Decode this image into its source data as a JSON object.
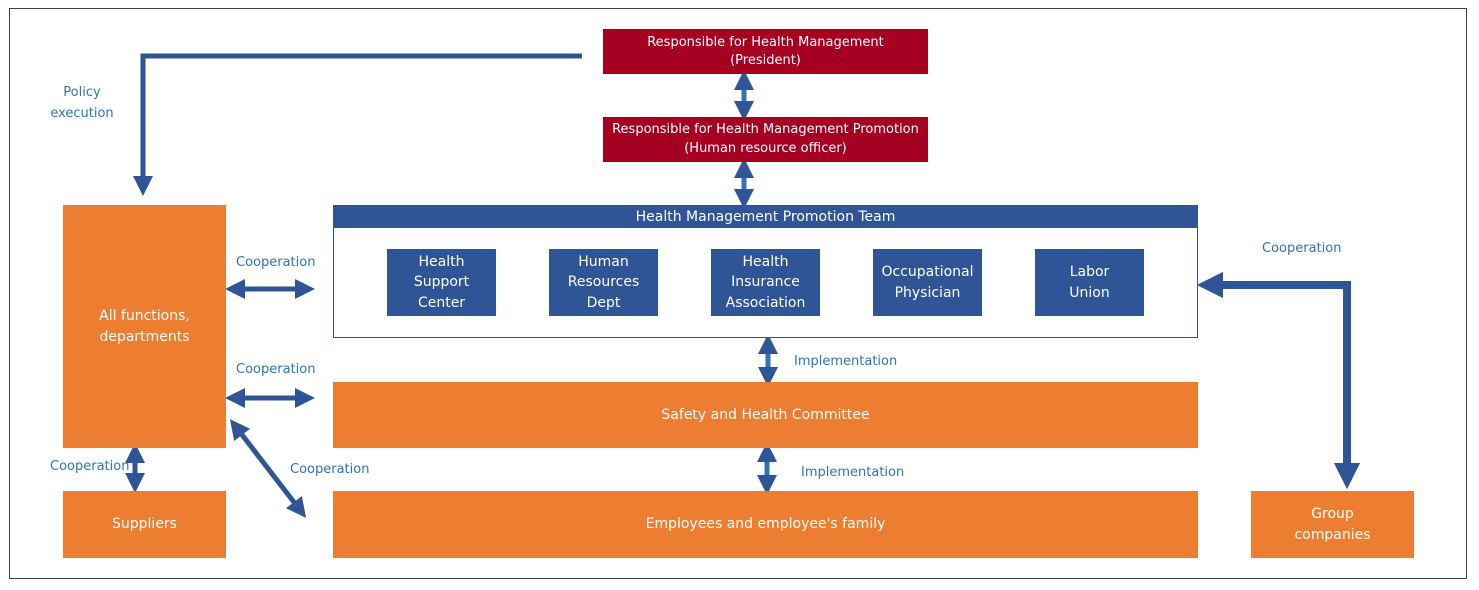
{
  "president": {
    "line1": "Responsible for Health Management",
    "line2": "(President)"
  },
  "promotion": {
    "line1": "Responsible for Health Management Promotion",
    "line2": "(Human resource officer)"
  },
  "team": {
    "title": "Health Management Promotion Team",
    "members": [
      {
        "lines": [
          "Health",
          "Support",
          "Center"
        ]
      },
      {
        "lines": [
          "Human",
          "Resources",
          "Dept"
        ]
      },
      {
        "lines": [
          "Health",
          "Insurance",
          "Association"
        ]
      },
      {
        "lines": [
          "Occupational",
          "Physician"
        ]
      },
      {
        "lines": [
          "Labor",
          "Union"
        ]
      }
    ]
  },
  "all_functions": {
    "line1": "All functions,",
    "line2": "departments"
  },
  "committee": "Safety and Health Committee",
  "employees": "Employees and employee's family",
  "suppliers": "Suppliers",
  "group": {
    "line1": "Group",
    "line2": "companies"
  },
  "labels": {
    "policy_line1": "Policy",
    "policy_line2": "execution",
    "coop_team": "Cooperation",
    "coop_committee": "Cooperation",
    "coop_suppliers": "Cooperation",
    "coop_employees": "Cooperation",
    "coop_group": "Cooperation",
    "impl_team": "Implementation",
    "impl_committee": "Implementation"
  },
  "colors": {
    "management_red": "#a50021",
    "orange": "#ed7d31",
    "team_blue": "#2f5597",
    "arrow_blue": "#2e75b6",
    "label_blue": "#2e75b6"
  }
}
